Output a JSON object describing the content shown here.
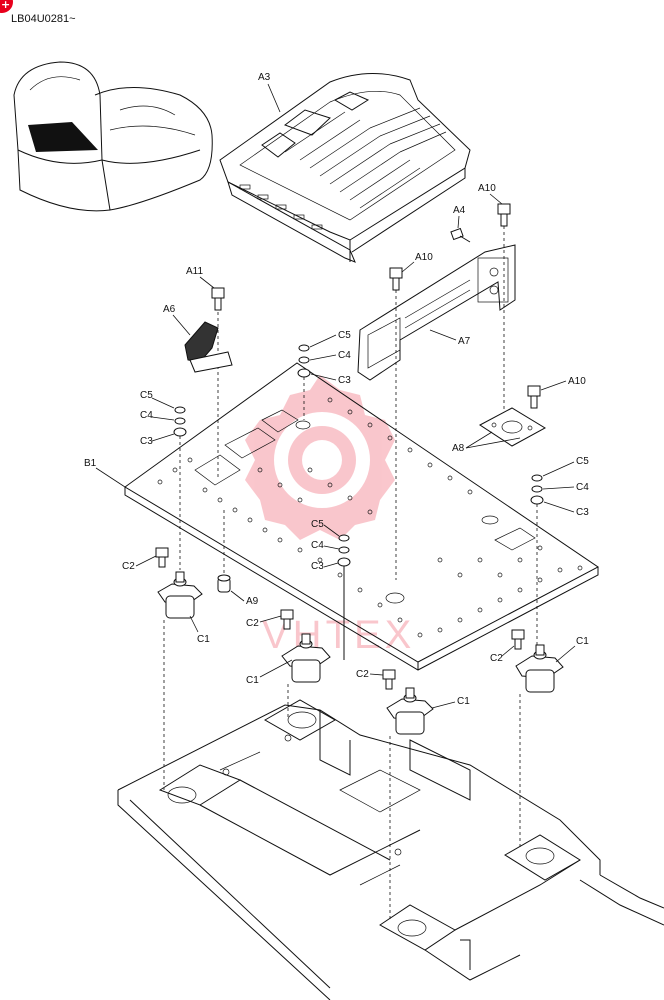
{
  "header": {
    "serial": "LB04U0281~",
    "badge": "+"
  },
  "watermark": {
    "text": "VHTEX",
    "color": "#e8001c"
  },
  "callouts": {
    "A3": "A3",
    "A4": "A4",
    "A6": "A6",
    "A7": "A7",
    "A8": "A8",
    "A9": "A9",
    "A10a": "A10",
    "A10b": "A10",
    "A10c": "A10",
    "A11": "A11",
    "B1": "B1",
    "C1a": "C1",
    "C1b": "C1",
    "C1c": "C1",
    "C1d": "C1",
    "C2a": "C2",
    "C2b": "C2",
    "C2c": "C2",
    "C2d": "C2",
    "C3a": "C3",
    "C3b": "C3",
    "C3c": "C3",
    "C3d": "C3",
    "C4a": "C4",
    "C4b": "C4",
    "C4c": "C4",
    "C4d": "C4",
    "C5a": "C5",
    "C5b": "C5",
    "C5c": "C5",
    "C5d": "C5"
  }
}
